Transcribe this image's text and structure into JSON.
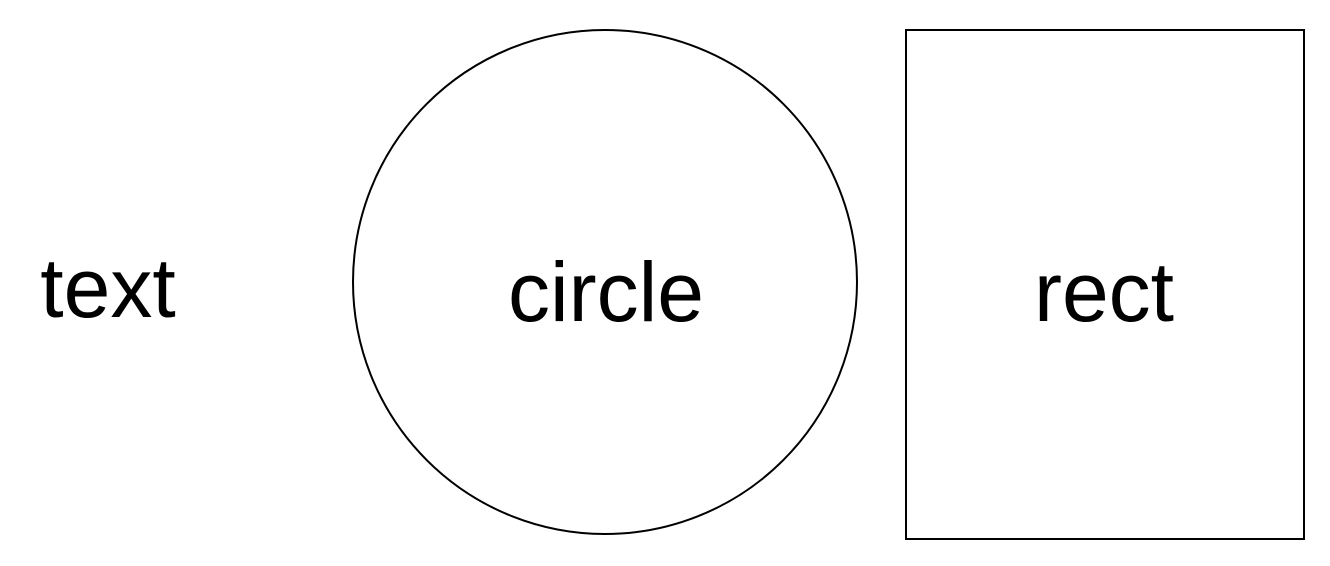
{
  "shapes": {
    "text": {
      "label": "text"
    },
    "circle": {
      "label": "circle"
    },
    "rect": {
      "label": "rect"
    }
  },
  "colors": {
    "background": "#ffffff",
    "stroke": "#000000",
    "text": "#000000"
  }
}
